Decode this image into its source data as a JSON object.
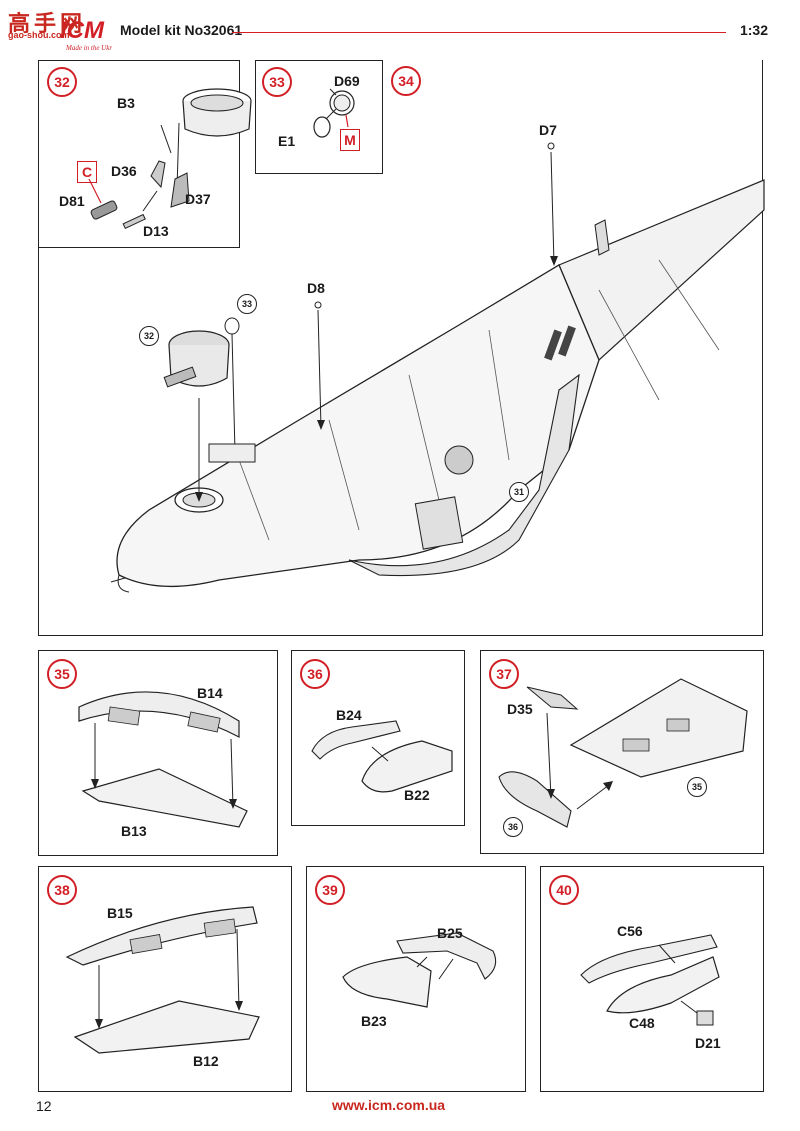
{
  "header": {
    "logo_cn": "高手网",
    "logo_site": "gao-shou.com",
    "title": "Model kit No32061",
    "scale": "1:32"
  },
  "steps": {
    "s32": {
      "number": "32",
      "labels": {
        "b3": "B3",
        "d36": "D36",
        "d37": "D37",
        "d81": "D81",
        "d13": "D13"
      },
      "color_code": "C"
    },
    "s33": {
      "number": "33",
      "labels": {
        "d69": "D69",
        "e1": "E1"
      },
      "color_code": "M"
    },
    "s34": {
      "number": "34",
      "labels": {
        "d7": "D7",
        "d8": "D8"
      },
      "refs": {
        "r33": "33",
        "r32": "32",
        "r31": "31"
      }
    },
    "s35": {
      "number": "35",
      "labels": {
        "b14": "B14",
        "b13": "B13"
      }
    },
    "s36": {
      "number": "36",
      "labels": {
        "b24": "B24",
        "b22": "B22"
      }
    },
    "s37": {
      "number": "37",
      "labels": {
        "d35": "D35"
      },
      "refs": {
        "r35": "35",
        "r36": "36"
      }
    },
    "s38": {
      "number": "38",
      "labels": {
        "b15": "B15",
        "b12": "B12"
      }
    },
    "s39": {
      "number": "39",
      "labels": {
        "b25": "B25",
        "b23": "B23"
      }
    },
    "s40": {
      "number": "40",
      "labels": {
        "c56": "C56",
        "c48": "C48",
        "d21": "D21"
      }
    }
  },
  "footer": {
    "page_number": "12",
    "url": "www.icm.com.ua"
  }
}
